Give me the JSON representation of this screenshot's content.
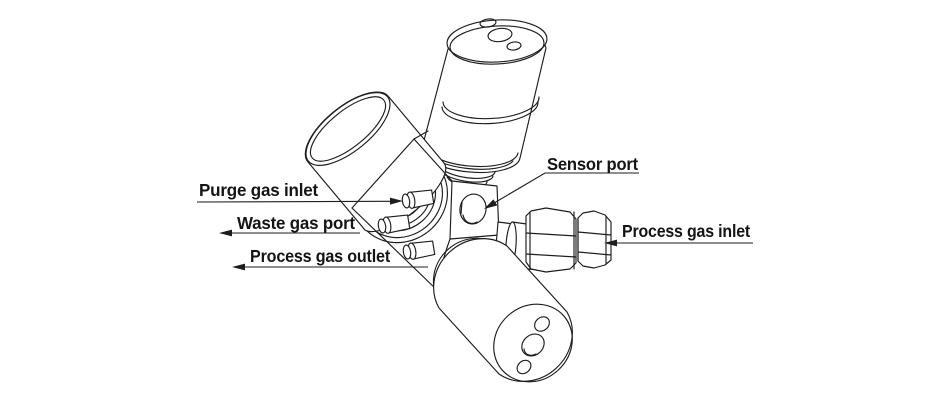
{
  "diagram": {
    "background_color": "#ffffff",
    "line_color": "#1d1d1d",
    "text_color": "#141414",
    "labels": {
      "purge_gas_inlet": {
        "text": "Purge gas inlet",
        "arrow_direction": "right"
      },
      "waste_gas_port": {
        "text": "Waste gas port",
        "arrow_direction": "left"
      },
      "process_gas_outlet": {
        "text": "Process gas outlet",
        "arrow_direction": "left"
      },
      "sensor_port": {
        "text": "Sensor port",
        "arrow_direction": "down-left"
      },
      "process_gas_inlet": {
        "text": "Process gas inlet",
        "arrow_direction": "left"
      }
    }
  }
}
